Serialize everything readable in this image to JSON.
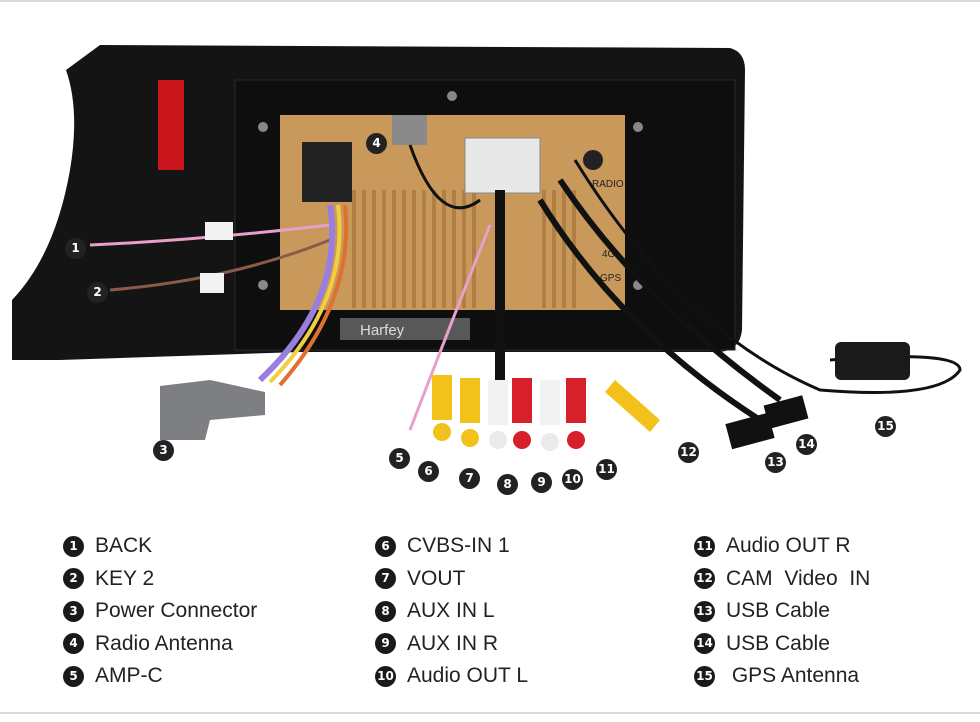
{
  "watermark": "Harfey",
  "panel_labels": {
    "radio": "RADIO",
    "gps": "GPS",
    "four_g": "4G"
  },
  "legend": [
    [
      {
        "num": "1",
        "label": "BACK"
      },
      {
        "num": "2",
        "label": "KEY 2"
      },
      {
        "num": "3",
        "label": "Power Connector"
      },
      {
        "num": "4",
        "label": "Radio Antenna"
      },
      {
        "num": "5",
        "label": "AMP-C"
      }
    ],
    [
      {
        "num": "6",
        "label": "CVBS-IN 1"
      },
      {
        "num": "7",
        "label": "VOUT"
      },
      {
        "num": "8",
        "label": "AUX IN L"
      },
      {
        "num": "9",
        "label": "AUX IN R"
      },
      {
        "num": "10",
        "label": "Audio OUT L"
      }
    ],
    [
      {
        "num": "11",
        "label": "Audio OUT R"
      },
      {
        "num": "12",
        "label": "CAM  Video  IN"
      },
      {
        "num": "13",
        "label": "USB Cable"
      },
      {
        "num": "14",
        "label": "USB Cable"
      },
      {
        "num": "15",
        "label": " GPS Antenna"
      }
    ]
  ],
  "callouts": [
    "1",
    "2",
    "3",
    "4",
    "5",
    "6",
    "7",
    "8",
    "9",
    "10",
    "11",
    "12",
    "13",
    "14",
    "15"
  ]
}
